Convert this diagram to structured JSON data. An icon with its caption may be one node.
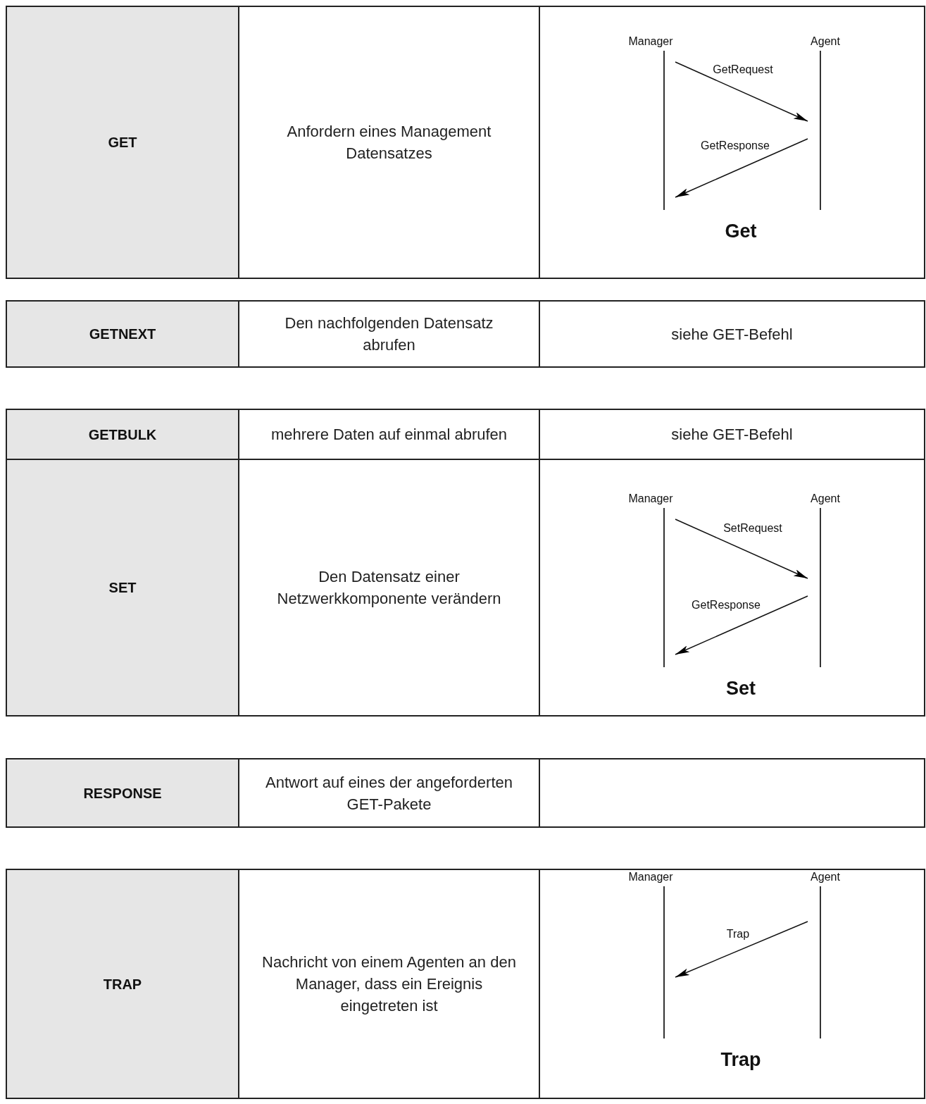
{
  "diagram": {
    "nodes": [
      {
        "text": [
          "Manager"
        ]
      },
      {
        "text": [
          "Agent"
        ]
      },
      {
        "text": [
          "Manager"
        ]
      },
      {
        "text": [
          "Agent"
        ]
      },
      {
        "text": [
          "Manager"
        ]
      },
      {
        "text": [
          "Agent"
        ]
      }
    ],
    "edges": [
      {
        "from": 0,
        "to": 1,
        "arrow": "to",
        "label": "GetRequest"
      },
      {
        "from": 1,
        "to": 0,
        "arrow": "to",
        "label": "GetResponse"
      },
      {
        "from": 2,
        "to": 3,
        "arrow": "to",
        "label": "SetRequest"
      },
      {
        "from": 3,
        "to": 2,
        "arrow": "to",
        "label": "GetResponse"
      },
      {
        "from": 5,
        "to": 4,
        "arrow": "to",
        "label": "Trap"
      }
    ],
    "labels": [
      "GET",
      "Anfordern eines Management Datensatzes",
      "Get",
      "GETNEXT",
      "Den nachfolgenden Datensatz abrufen",
      "siehe GET-Befehl",
      "GETBULK",
      "mehrere Daten auf einmal abrufen",
      "siehe GET-Befehl",
      "SET",
      "Den Datensatz einer Netzwerkkomponente verändern",
      "Set",
      "RESPONSE",
      "Antwort auf eines der angeforderten GET-Pakete",
      "TRAP",
      "Nachricht von einem Agenten an den Manager, dass ein Ereignis eingetreten ist",
      "Trap"
    ]
  }
}
